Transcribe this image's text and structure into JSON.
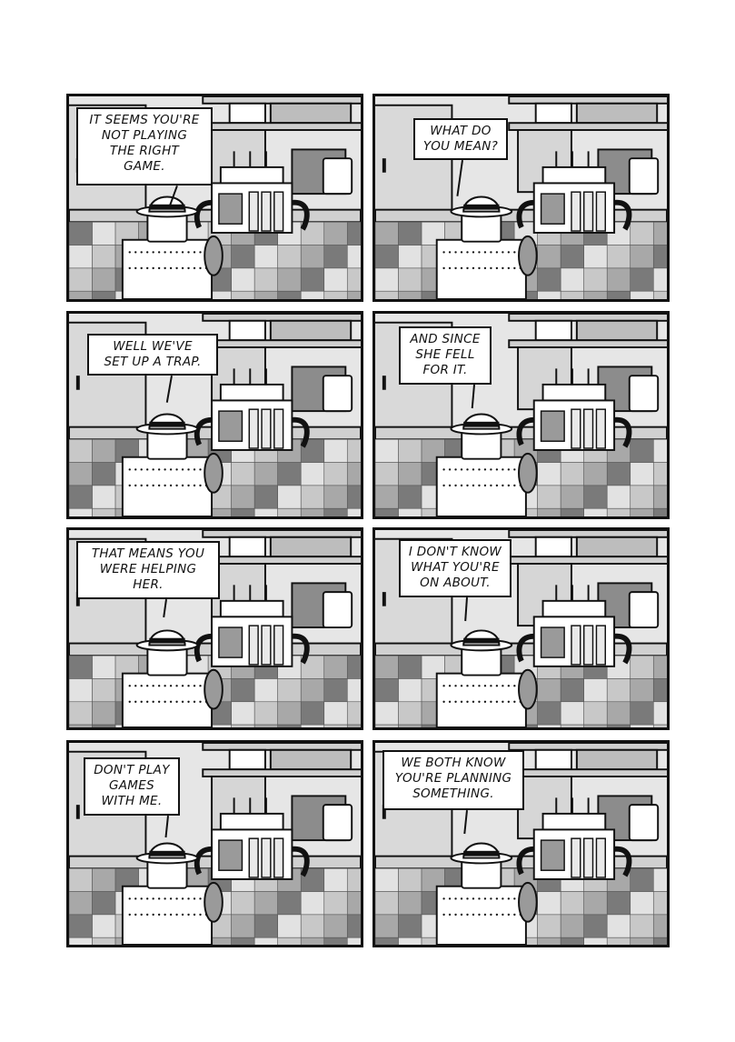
{
  "panels": [
    {
      "text": "IT SEEMS YOU'RE\nNOT PLAYING\nTHE RIGHT\nGAME."
    },
    {
      "text": "WHAT DO\nYOU MEAN?"
    },
    {
      "text": "WELL WE'VE\nSET UP A TRAP."
    },
    {
      "text": "AND SINCE\nSHE FELL\nFOR IT."
    },
    {
      "text": "THAT MEANS YOU\nWERE HELPING\nHER."
    },
    {
      "text": "I DON'T KNOW\nWHAT YOU'RE\nON ABOUT."
    },
    {
      "text": "DON'T PLAY\nGAMES\nWITH ME."
    },
    {
      "text": "WE BOTH KNOW\nYOU'RE PLANNING\nSOMETHING."
    }
  ]
}
